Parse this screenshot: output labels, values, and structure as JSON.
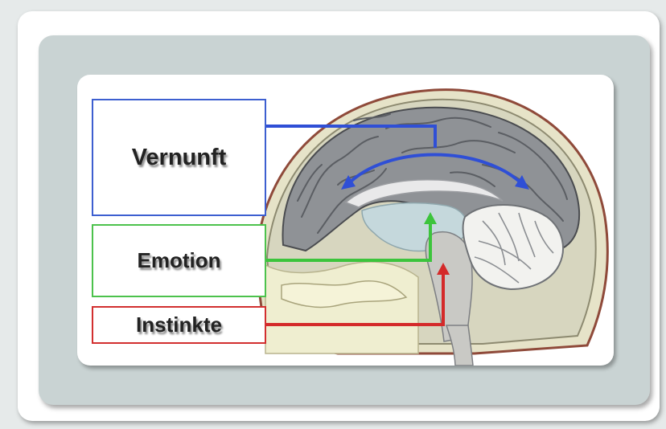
{
  "labels": {
    "vernunft": "Vernunft",
    "emotion": "Emotion",
    "instinkte": "Instinkte"
  },
  "colors": {
    "vernunft": "#2f4fd6",
    "emotion": "#3cc43c",
    "instinkte": "#d42a2a",
    "cortex": "#8f9296",
    "cerebellum": "#f2f2ef",
    "skull": "#efeed0"
  }
}
